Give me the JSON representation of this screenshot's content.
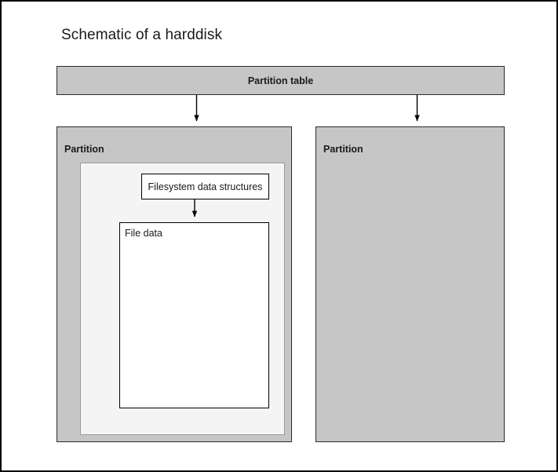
{
  "diagram": {
    "title": "Schematic of a harddisk",
    "background_color": "#ffffff",
    "border_color": "#000000",
    "fill_gray": "#c6c6c6",
    "fill_light_gray": "#f4f4f4",
    "fill_white": "#ffffff",
    "text_color": "#1a1a1a"
  },
  "partition_table": {
    "label": "Partition table"
  },
  "partitions": [
    {
      "label": "Partition",
      "filesystem": {
        "data_structures_label": "Filesystem data structures",
        "file_data_label": "File data"
      }
    },
    {
      "label": "Partition"
    }
  ],
  "arrows": [
    {
      "name": "partition-table-to-partition-1"
    },
    {
      "name": "partition-table-to-partition-2"
    },
    {
      "name": "fs-data-structures-to-file-data"
    }
  ]
}
